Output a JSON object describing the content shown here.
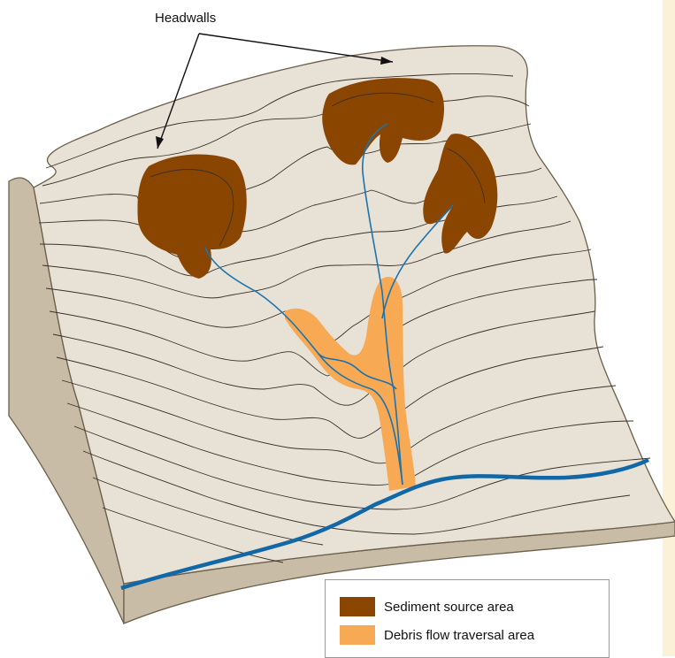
{
  "callout": {
    "label": "Headwalls"
  },
  "legend": {
    "items": [
      {
        "label": "Sediment source area",
        "color": "#8a4500"
      },
      {
        "label": "Debris flow traversal area",
        "color": "#f7a954"
      }
    ]
  },
  "colors": {
    "terrain_top": "#e8e1d6",
    "terrain_side": "#c9bca6",
    "terrain_edge": "#6b5e4b",
    "contour": "#3a3128",
    "stream": "#1c73ad",
    "river": "#1268a6",
    "side_strip": "#fbf1d9"
  },
  "icons": [
    "arrow-icon"
  ]
}
